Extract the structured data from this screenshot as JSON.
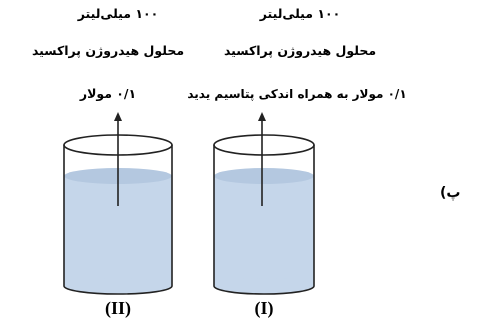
{
  "part_label": "پ)",
  "beakers": [
    {
      "numeral": "(II)",
      "caption_lines": [
        "۱۰۰ میلی‌لیتر",
        "محلول هیدروژن پراکسید",
        "۰/۱ مولار"
      ]
    },
    {
      "numeral": "(I)",
      "caption_lines": [
        "۱۰۰ میلی‌لیتر",
        "محلول هیدروژن پراکسید",
        "۰/۱ مولار به همراه اندکی پتاسیم یدید"
      ]
    }
  ],
  "colors": {
    "liquid": "#c5d6ea",
    "liquid_surface": "#b4c8e0",
    "outline": "#222222"
  }
}
